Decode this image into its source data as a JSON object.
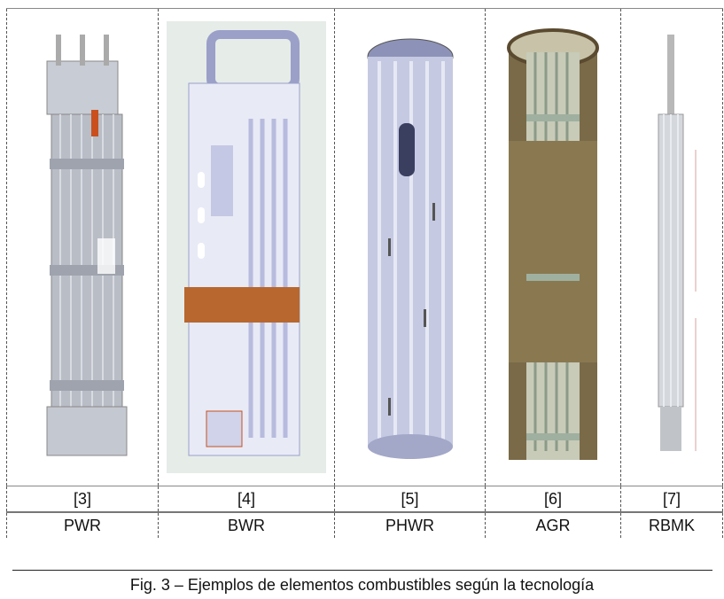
{
  "figure": {
    "columns": [
      {
        "ref": "[3]",
        "name": "PWR",
        "image": "pwr-fuel-assembly"
      },
      {
        "ref": "[4]",
        "name": "BWR",
        "image": "bwr-fuel-assembly"
      },
      {
        "ref": "[5]",
        "name": "PHWR",
        "image": "phwr-fuel-bundle"
      },
      {
        "ref": "[6]",
        "name": "AGR",
        "image": "agr-fuel-element"
      },
      {
        "ref": "[7]",
        "name": "RBMK",
        "image": "rbmk-fuel-assembly"
      }
    ],
    "caption": "Fig. 3 – Ejemplos de elementos combustibles según la tecnología"
  }
}
